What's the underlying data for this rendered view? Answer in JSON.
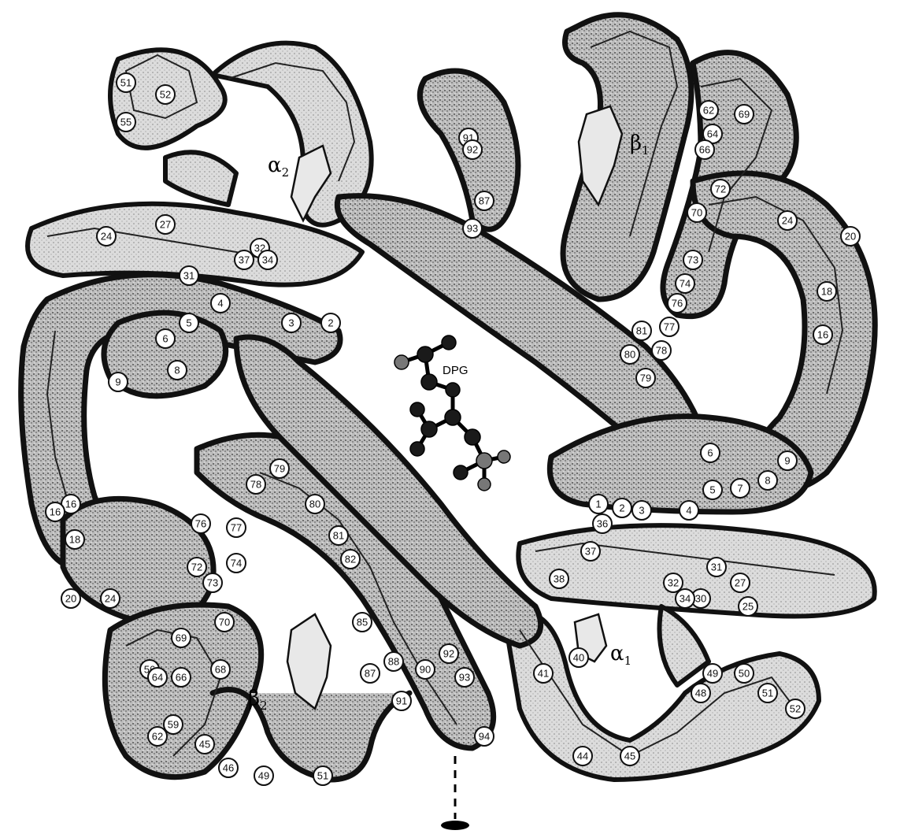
{
  "figure": {
    "chains": {
      "alpha1": {
        "base": "α",
        "sub": "1"
      },
      "alpha2": {
        "base": "α",
        "sub": "2"
      },
      "beta1": {
        "base": "β",
        "sub": "1"
      },
      "beta2": {
        "base": "β",
        "sub": "2"
      }
    },
    "ligand": {
      "label": "DPG"
    },
    "residues": {
      "beta1_nterm": [
        "1",
        "2",
        "3",
        "4",
        "5",
        "6",
        "7",
        "8",
        "9"
      ],
      "beta1_right": [
        "16",
        "18",
        "20",
        "24"
      ],
      "beta1_top": [
        "62",
        "64",
        "66",
        "69",
        "70",
        "72",
        "73",
        "74",
        "76",
        "77",
        "78",
        "79",
        "80",
        "81"
      ],
      "beta2_nterm": [
        "2",
        "3",
        "4",
        "5",
        "6",
        "8",
        "9"
      ],
      "beta2_left": [
        "16",
        "16",
        "18",
        "20",
        "24"
      ],
      "beta2_mid": [
        "69",
        "70",
        "72",
        "73",
        "74",
        "76",
        "77",
        "78",
        "79",
        "80",
        "81",
        "82"
      ],
      "alpha1_lower": [
        "25",
        "27",
        "30",
        "31",
        "32",
        "34",
        "36",
        "37",
        "38",
        "40",
        "41",
        "44",
        "45",
        "48",
        "49",
        "50",
        "51",
        "52"
      ],
      "alpha2_upper": [
        "24",
        "27",
        "31",
        "32",
        "34",
        "37",
        "51",
        "52",
        "55"
      ],
      "beta2_lower": [
        "45",
        "46",
        "49",
        "51",
        "56",
        "59",
        "62",
        "64",
        "66",
        "68",
        "85",
        "87",
        "88",
        "90",
        "91",
        "92",
        "93",
        "94"
      ],
      "beta1_upper": [
        "87",
        "91",
        "92",
        "93"
      ]
    }
  }
}
